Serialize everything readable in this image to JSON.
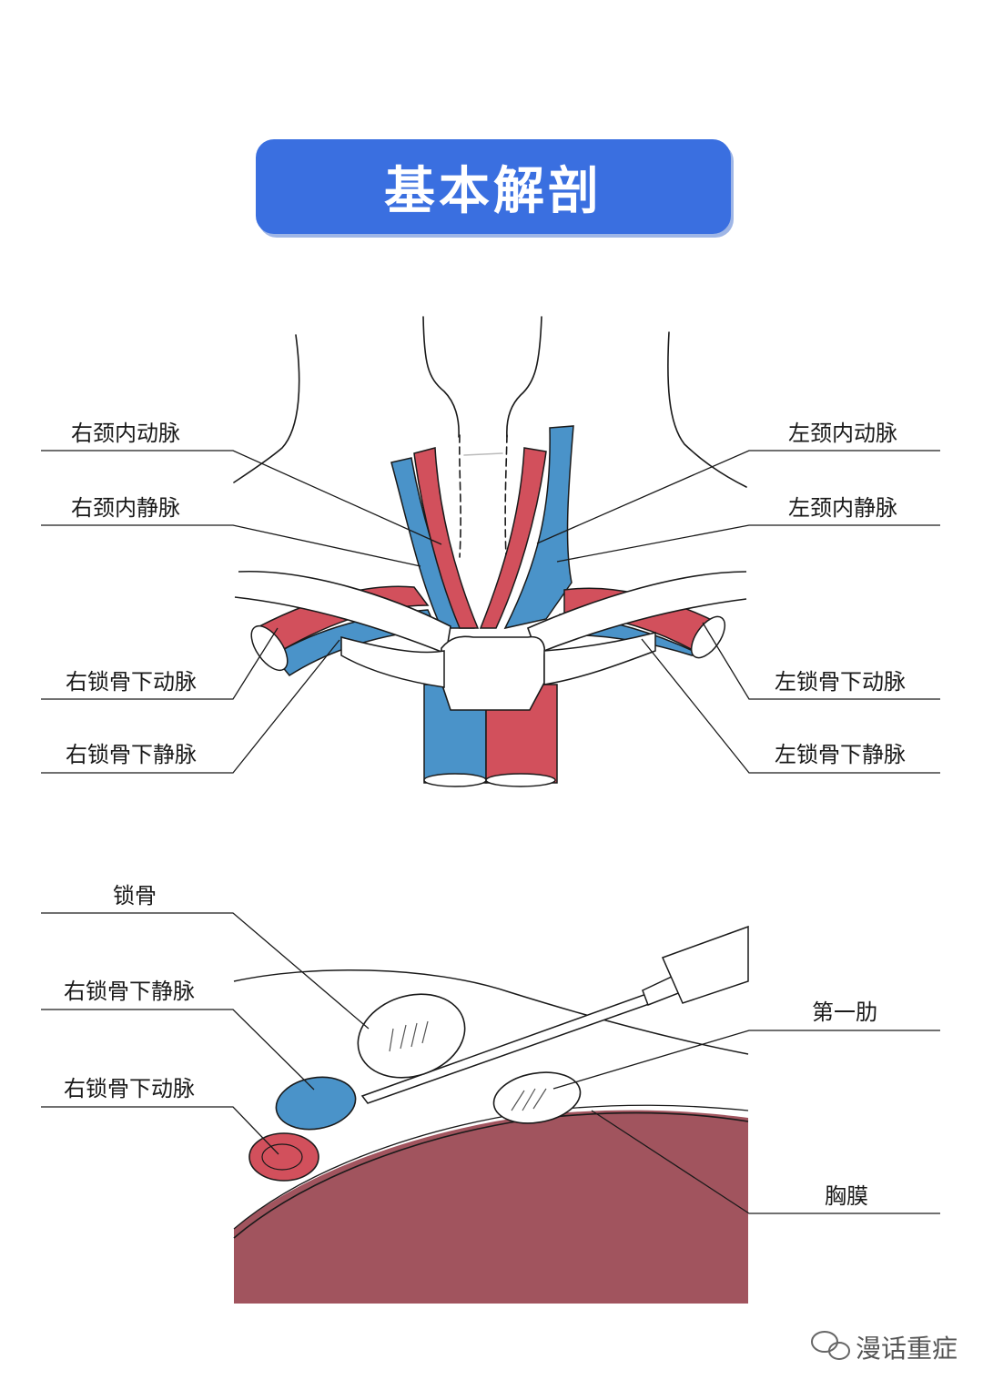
{
  "title": "基本解剖",
  "figure1": {
    "labels": {
      "right_internal_carotid": "右颈内动脉",
      "right_internal_jugular": "右颈内静脉",
      "right_subclavian_artery": "右锁骨下动脉",
      "right_subclavian_vein": "右锁骨下静脉",
      "left_internal_carotid": "左颈内动脉",
      "left_internal_jugular": "左颈内静脉",
      "left_subclavian_artery": "左锁骨下动脉",
      "left_subclavian_vein": "左锁骨下静脉"
    }
  },
  "figure2": {
    "labels": {
      "clavicle": "锁骨",
      "right_subclavian_vein": "右锁骨下静脉",
      "right_subclavian_artery": "右锁骨下动脉",
      "first_rib": "第一肋",
      "pleura": "胸膜"
    }
  },
  "watermark": "漫话重症",
  "colors": {
    "banner": "#3a6fe0",
    "artery": "#d2505c",
    "vein": "#4a93c9",
    "pleura": "#a1545e"
  }
}
